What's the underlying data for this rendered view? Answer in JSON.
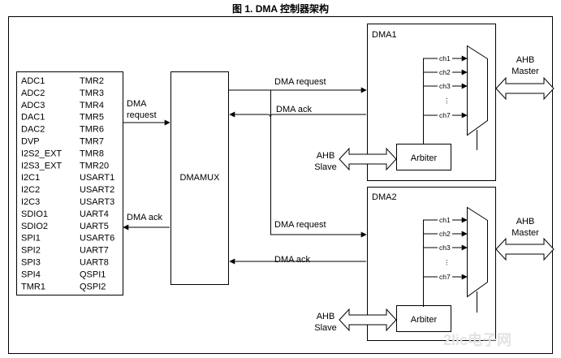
{
  "title": "图 1. DMA 控制器架构",
  "peripherals_col1": [
    "ADC1",
    "ADC2",
    "ADC3",
    "DAC1",
    "DAC2",
    "DVP",
    "I2S2_EXT",
    "I2S3_EXT",
    "I2C1",
    "I2C2",
    "I2C3",
    "SDIO1",
    "SDIO2",
    "SPI1",
    "SPI2",
    "SPI3",
    "SPI4",
    "TMR1"
  ],
  "peripherals_col2": [
    "TMR2",
    "TMR3",
    "TMR4",
    "TMR5",
    "TMR6",
    "TMR7",
    "TMR8",
    "TMR20",
    "USART1",
    "USART2",
    "USART3",
    "UART4",
    "UART5",
    "USART6",
    "UART7",
    "UART8",
    "QSPI1",
    "QSPI2"
  ],
  "dmamux_label": "DMAMUX",
  "periph_to_mux": {
    "line1": "DMA",
    "line2": "request"
  },
  "mux_to_periph": "DMA ack",
  "dma1": {
    "title": "DMA1",
    "request_label": "DMA request",
    "ack_label": "DMA ack",
    "channels": [
      "ch1",
      "ch2",
      "ch3",
      "ch7"
    ],
    "dots": "⋮",
    "arbiter": "Arbiter",
    "ahb_slave": {
      "line1": "AHB",
      "line2": "Slave"
    },
    "ahb_master": {
      "line1": "AHB",
      "line2": "Master"
    }
  },
  "dma2": {
    "title": "DMA2",
    "request_label": "DMA request",
    "ack_label": "DMA ack",
    "channels": [
      "ch1",
      "ch2",
      "ch3",
      "ch7"
    ],
    "dots": "⋮",
    "arbiter": "Arbiter",
    "ahb_slave": {
      "line1": "AHB",
      "line2": "Slave"
    },
    "ahb_master": {
      "line1": "AHB",
      "line2": "Master"
    }
  },
  "watermark": "2lic电子网"
}
